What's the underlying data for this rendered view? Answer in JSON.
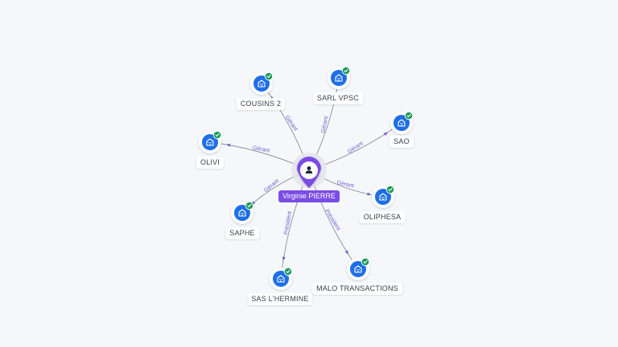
{
  "colors": {
    "accent": "#7b4ce6",
    "company_blue": "#1e6ee8",
    "verified_green": "#1a9a5a",
    "edge": "#8a8f9a",
    "relation_text": "#6a5fcf"
  },
  "center": {
    "name": "Virginie PIERRE",
    "icon": "person-icon"
  },
  "companies": [
    {
      "name": "COUSINS 2",
      "relation": "Gérant",
      "icon": "company-building-icon",
      "badge": "verified-check-icon"
    },
    {
      "name": "SARL VPSC",
      "relation": "Gérant",
      "icon": "company-building-icon",
      "badge": "verified-check-icon"
    },
    {
      "name": "SAO",
      "relation": "Gérant",
      "icon": "company-building-icon",
      "badge": "verified-check-icon"
    },
    {
      "name": "OLIVI",
      "relation": "Gérant",
      "icon": "company-building-icon",
      "badge": "verified-check-icon"
    },
    {
      "name": "OLIPHESA",
      "relation": "Gérant",
      "icon": "company-building-icon",
      "badge": "verified-check-icon"
    },
    {
      "name": "SAPHE",
      "relation": "Gérant",
      "icon": "company-building-icon",
      "badge": "verified-check-icon"
    },
    {
      "name": "SAS L'HERMINE",
      "relation": "Président",
      "icon": "company-building-icon",
      "badge": "verified-check-icon"
    },
    {
      "name": "MALO TRANSACTIONS",
      "relation": "Président",
      "icon": "company-building-icon",
      "badge": "verified-check-icon"
    }
  ]
}
